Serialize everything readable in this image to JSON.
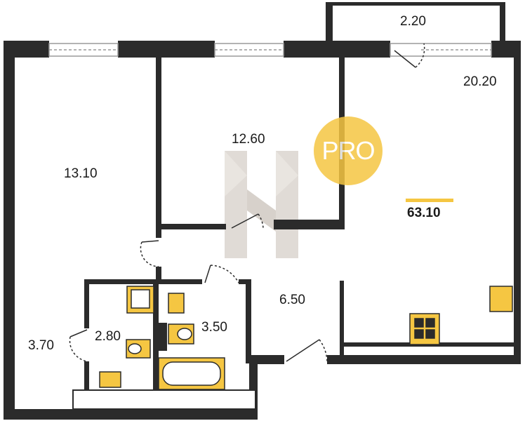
{
  "rooms": {
    "balcony": "2.20",
    "living_room": "20.20",
    "bedroom_middle": "12.60",
    "bedroom_left": "13.10",
    "hall": "6.50",
    "bathroom": "3.50",
    "toilet": "2.80",
    "corridor": "3.70"
  },
  "total_area": "63.10",
  "badge": {
    "text": "PRO"
  },
  "colors": {
    "wall": "#2b2b2b",
    "fixture": "#f5c642",
    "accent_line": "#f5c642",
    "watermark": "#c8bfb5"
  },
  "icons": [
    "logo-watermark-icon",
    "stove-icon",
    "sink-icon",
    "toilet-icon",
    "bathtub-icon",
    "door-icon",
    "window-icon"
  ]
}
